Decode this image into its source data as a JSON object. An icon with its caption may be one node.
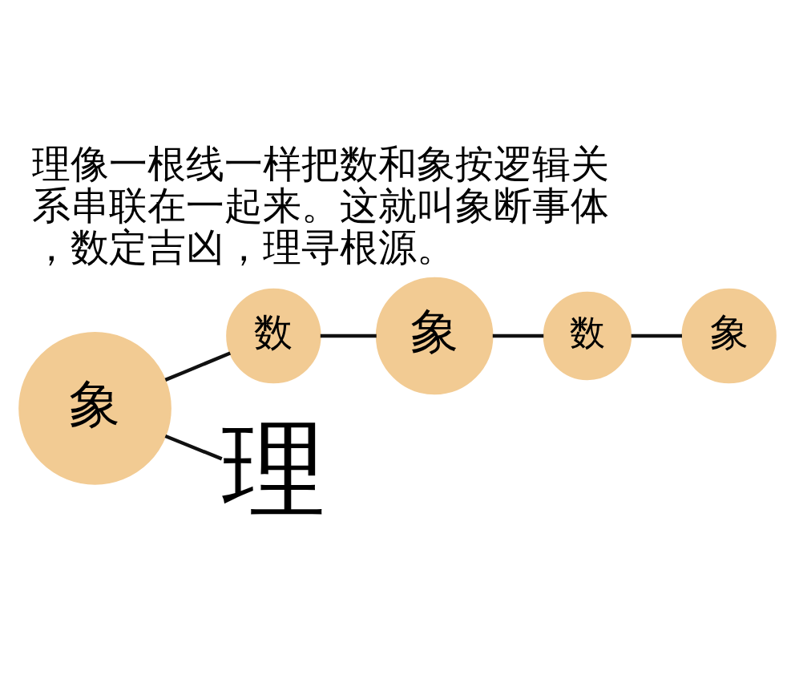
{
  "diagram": {
    "title": "理像一根线一样把数和象按逻辑关系串联在一起来。这就叫象断事体，数定吉凶，理寻根源。",
    "nodes": [
      {
        "text": [
          "象"
        ]
      },
      {
        "text": [
          "数"
        ]
      },
      {
        "text": [
          "象"
        ]
      },
      {
        "text": [
          "数"
        ]
      },
      {
        "text": [
          "象"
        ]
      },
      {
        "text": [
          "理"
        ]
      }
    ],
    "edges": [
      {
        "from": 4,
        "to": 5,
        "arrow": "none"
      },
      {
        "from": 4,
        "to": 1,
        "arrow": "none"
      },
      {
        "from": 1,
        "to": 2,
        "arrow": "none"
      },
      {
        "from": 2,
        "to": 3,
        "arrow": "none"
      },
      {
        "from": 3,
        "to": 0,
        "arrow": "none"
      }
    ]
  }
}
